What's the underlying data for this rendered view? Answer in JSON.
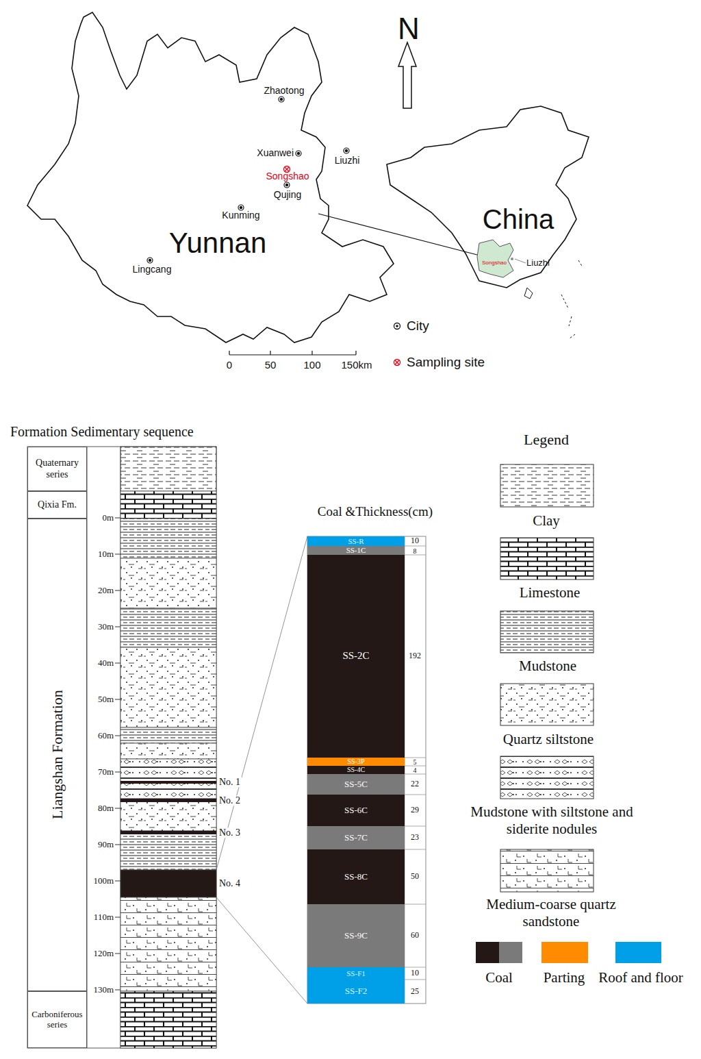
{
  "diagram": {
    "nodes": [
      {
        "text": [
          "Quaternary series"
        ]
      },
      {
        "text": [
          "Qixia Fm."
        ]
      },
      {
        "text": [
          "Liangshan Formation"
        ]
      },
      {
        "text": [
          "Carboniferous series"
        ]
      },
      {
        "text": [
          "SS-R"
        ]
      },
      {
        "text": [
          "SS-1C"
        ]
      },
      {
        "text": [
          "SS-2C"
        ]
      },
      {
        "text": [
          "SS-3P"
        ]
      },
      {
        "text": [
          "SS-4C"
        ]
      },
      {
        "text": [
          "SS-5C"
        ]
      },
      {
        "text": [
          "SS-6C"
        ]
      },
      {
        "text": [
          "SS-7C"
        ]
      },
      {
        "text": [
          "SS-8C"
        ]
      },
      {
        "text": [
          "SS-9C"
        ]
      },
      {
        "text": [
          "SS-F1"
        ]
      },
      {
        "text": [
          "SS-F2"
        ]
      }
    ],
    "labels": [
      "N",
      "Zhaotong",
      "Xuanwei",
      "Liuzhi",
      "Songshao",
      "Qujing",
      "Kunming",
      "Lingcang",
      "Yunnan",
      "China",
      "Songshao",
      "Liuzhi",
      "0",
      "50",
      "100",
      "150km",
      "Formation Sedimentary sequence",
      "0m",
      "10m",
      "20m",
      "30m",
      "40m",
      "50m",
      "60m",
      "70m",
      "80m",
      "90m",
      "100m",
      "110m",
      "120m",
      "130m",
      "No. 1",
      "No. 2",
      "No. 3",
      "No. 4",
      "Coal &Thickness(cm)",
      "10",
      "8",
      "192",
      "5",
      "4",
      "22",
      "29",
      "23",
      "50",
      "60",
      "10",
      "25",
      "Legend"
    ],
    "legend": [
      {
        "text": "City"
      },
      {
        "text": "Sampling site"
      },
      {
        "text": "Clay"
      },
      {
        "text": "Limestone"
      },
      {
        "text": "Mudstone"
      },
      {
        "text": "Quartz siltstone"
      },
      {
        "text": "Mudstone with siltstone and siderite nodules"
      },
      {
        "text": "Medium-coarse quartz sandstone"
      },
      {
        "text": "Coal",
        "color": "#231815"
      },
      {
        "text": "Parting",
        "color": "#ff8c00"
      },
      {
        "text": "Roof and floor",
        "color": "#00a0e9"
      }
    ]
  }
}
